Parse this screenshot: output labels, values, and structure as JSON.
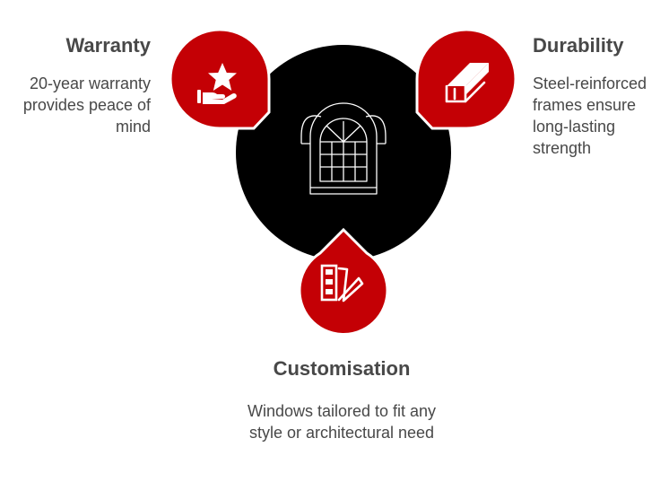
{
  "colors": {
    "hub": "#000000",
    "accent": "#c40005",
    "text": "#484848",
    "icon": "#ffffff"
  },
  "hub": {
    "icon": "arched-window-icon"
  },
  "items": [
    {
      "id": "warranty",
      "title": "Warranty",
      "description": "20-year warranty provides peace of mind",
      "icon": "hand-star-icon"
    },
    {
      "id": "durability",
      "title": "Durability",
      "description": "Steel-reinforced frames ensure long-lasting strength",
      "icon": "steel-beam-icon"
    },
    {
      "id": "customisation",
      "title": "Customisation",
      "description": "Windows tailored to fit any style or architectural need",
      "icon": "color-swatch-icon"
    }
  ]
}
